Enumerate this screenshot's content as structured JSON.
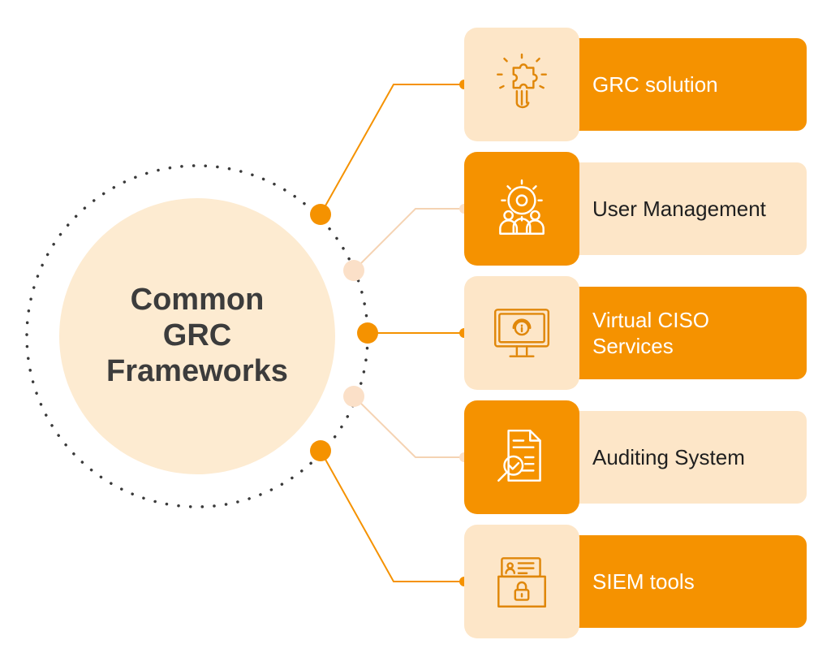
{
  "center": {
    "title": "Common\nGRC\nFrameworks"
  },
  "colors": {
    "accent": "#f59200",
    "light": "#fde6c8",
    "center_fill": "#fdebd1",
    "connector_light": "#f5d3b3",
    "dots": "#3a3a3a"
  },
  "items": [
    {
      "label": "GRC solution",
      "icon": "puzzle-hand-icon",
      "variant": "a"
    },
    {
      "label": "User Management",
      "icon": "team-gear-icon",
      "variant": "b"
    },
    {
      "label": "Virtual CISO Services",
      "icon": "monitor-support-icon",
      "variant": "a"
    },
    {
      "label": "Auditing System",
      "icon": "document-audit-icon",
      "variant": "b"
    },
    {
      "label": "SIEM tools",
      "icon": "secure-folder-icon",
      "variant": "a"
    }
  ]
}
